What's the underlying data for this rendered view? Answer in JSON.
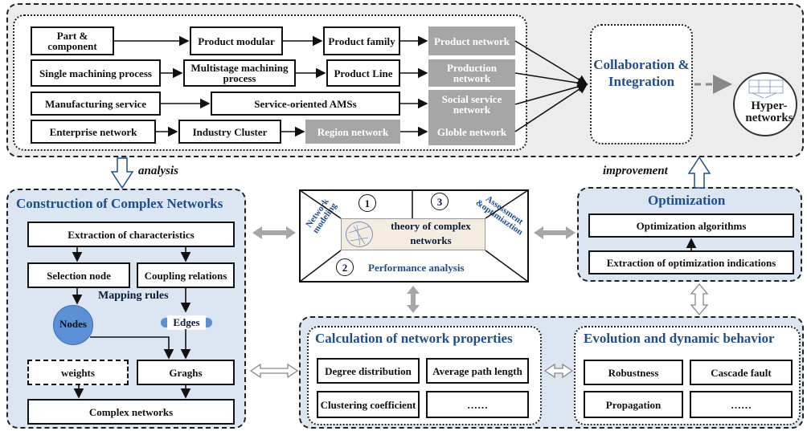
{
  "top": {
    "row1": [
      "Part & component",
      "Product modular",
      "Product family",
      "Product network"
    ],
    "row2": [
      "Single machining process",
      "Multistage machining process",
      "Product Line",
      "Production network"
    ],
    "row3": [
      "Manufacturing service",
      "Service-oriented AMSs",
      "Social service network"
    ],
    "row4": [
      "Enterprise network",
      "Industry Cluster",
      "Region network",
      "Globle network"
    ],
    "collab": "Collaboration & Integration",
    "hyper": "Hyper-networks"
  },
  "labels": {
    "analysis": "analysis",
    "improvement": "improvement"
  },
  "construction": {
    "title": "Construction of Complex Networks",
    "extraction": "Extraction of characteristics",
    "selection": "Selection node",
    "coupling": "Coupling relations",
    "mapping": "Mapping rules",
    "nodes": "Nodes",
    "edges": "Edges",
    "weights": "weights",
    "graghs": "Graghs",
    "complex": "Complex networks"
  },
  "center": {
    "n1": "1",
    "n2": "2",
    "n3": "3",
    "modeling": "Network modeling",
    "assessment": "Assessment &optimiaztion",
    "theory": "theory of complex networks",
    "performance": "Performance analysis"
  },
  "optimization": {
    "title": "Optimization",
    "algorithms": "Optimization algorithms",
    "indications": "Extraction of optimization indications"
  },
  "calculation": {
    "title": "Calculation of network properties",
    "degree": "Degree distribution",
    "avgpath": "Average path length",
    "clustering": "Clustering coefficient",
    "more": "……"
  },
  "evolution": {
    "title": "Evolution and dynamic behavior",
    "robustness": "Robustness",
    "cascade": "Cascade fault",
    "propagation": "Propagation",
    "more": "……"
  }
}
